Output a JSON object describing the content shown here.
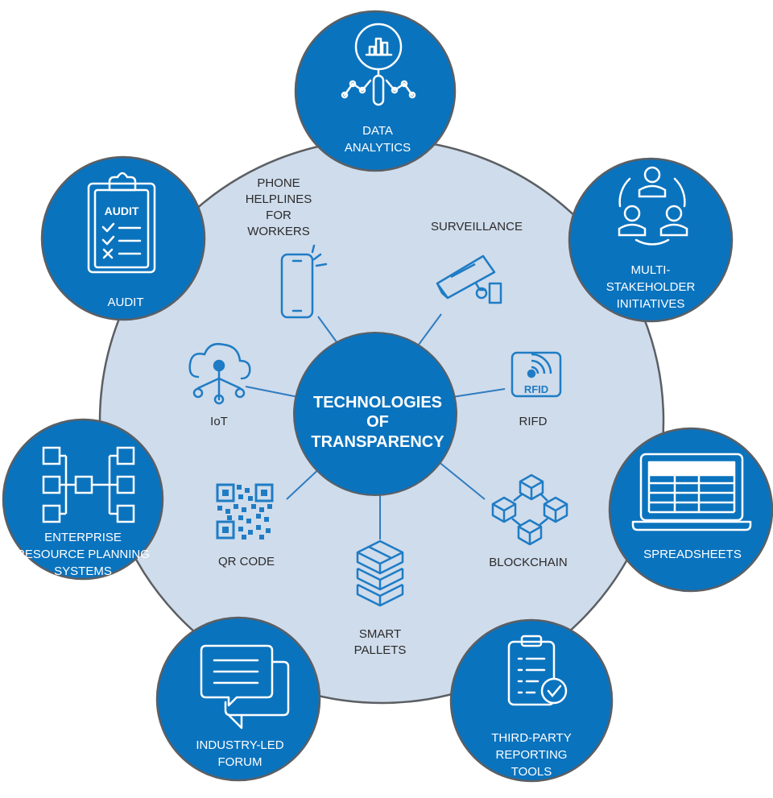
{
  "colors": {
    "primary_blue": "#0a73be",
    "big_circle_fill": "#cfdcec",
    "circle_border": "#5b5f63",
    "connector": "#2f7cc0",
    "inner_icon": "#1f7cc4",
    "outer_icon": "#ffffff",
    "text_dark": "#2b2b2b",
    "text_light": "#ffffff"
  },
  "center": {
    "lines": [
      "TECHNOLOGIES",
      "OF",
      "TRANSPARENCY"
    ]
  },
  "inner_items": {
    "phone": {
      "icon": "smartphone-icon",
      "lines": [
        "PHONE",
        "HELPLINES",
        "FOR",
        "WORKERS"
      ]
    },
    "surveillance": {
      "icon": "security-camera-icon",
      "lines": [
        "SURVEILLANCE"
      ]
    },
    "iot": {
      "icon": "cloud-network-icon",
      "lines": [
        "IoT"
      ]
    },
    "rfid": {
      "icon": "rfid-tag-icon",
      "lines": [
        "RIFD"
      ]
    },
    "qr": {
      "icon": "qr-code-icon",
      "lines": [
        "QR CODE"
      ]
    },
    "pallets": {
      "icon": "stacked-pallets-icon",
      "lines": [
        "SMART",
        "PALLETS"
      ]
    },
    "blockchain": {
      "icon": "blockchain-icon",
      "lines": [
        "BLOCKCHAIN"
      ]
    }
  },
  "outer_items": {
    "data_analytics": {
      "icon": "magnifier-chart-icon",
      "lines": [
        "DATA",
        "ANALYTICS"
      ]
    },
    "multi_stakeholder": {
      "icon": "people-network-icon",
      "lines": [
        "MULTI-",
        "STAKEHOLDER",
        "INITIATIVES"
      ]
    },
    "spreadsheets": {
      "icon": "laptop-spreadsheet-icon",
      "lines": [
        "SPREADSHEETS"
      ]
    },
    "third_party": {
      "icon": "clipboard-check-icon",
      "lines": [
        "THIRD-PARTY",
        "REPORTING",
        "TOOLS"
      ]
    },
    "industry_forum": {
      "icon": "chat-bubbles-icon",
      "lines": [
        "INDUSTRY-LED",
        "FORUM"
      ]
    },
    "erp": {
      "icon": "flowchart-icon",
      "lines": [
        "ENTERPRISE",
        "RESOURCE PLANNING",
        "SYSTEMS"
      ]
    },
    "audit": {
      "icon": "audit-clipboard-icon",
      "lines": [
        "AUDIT"
      ],
      "badge": "AUDIT"
    }
  }
}
